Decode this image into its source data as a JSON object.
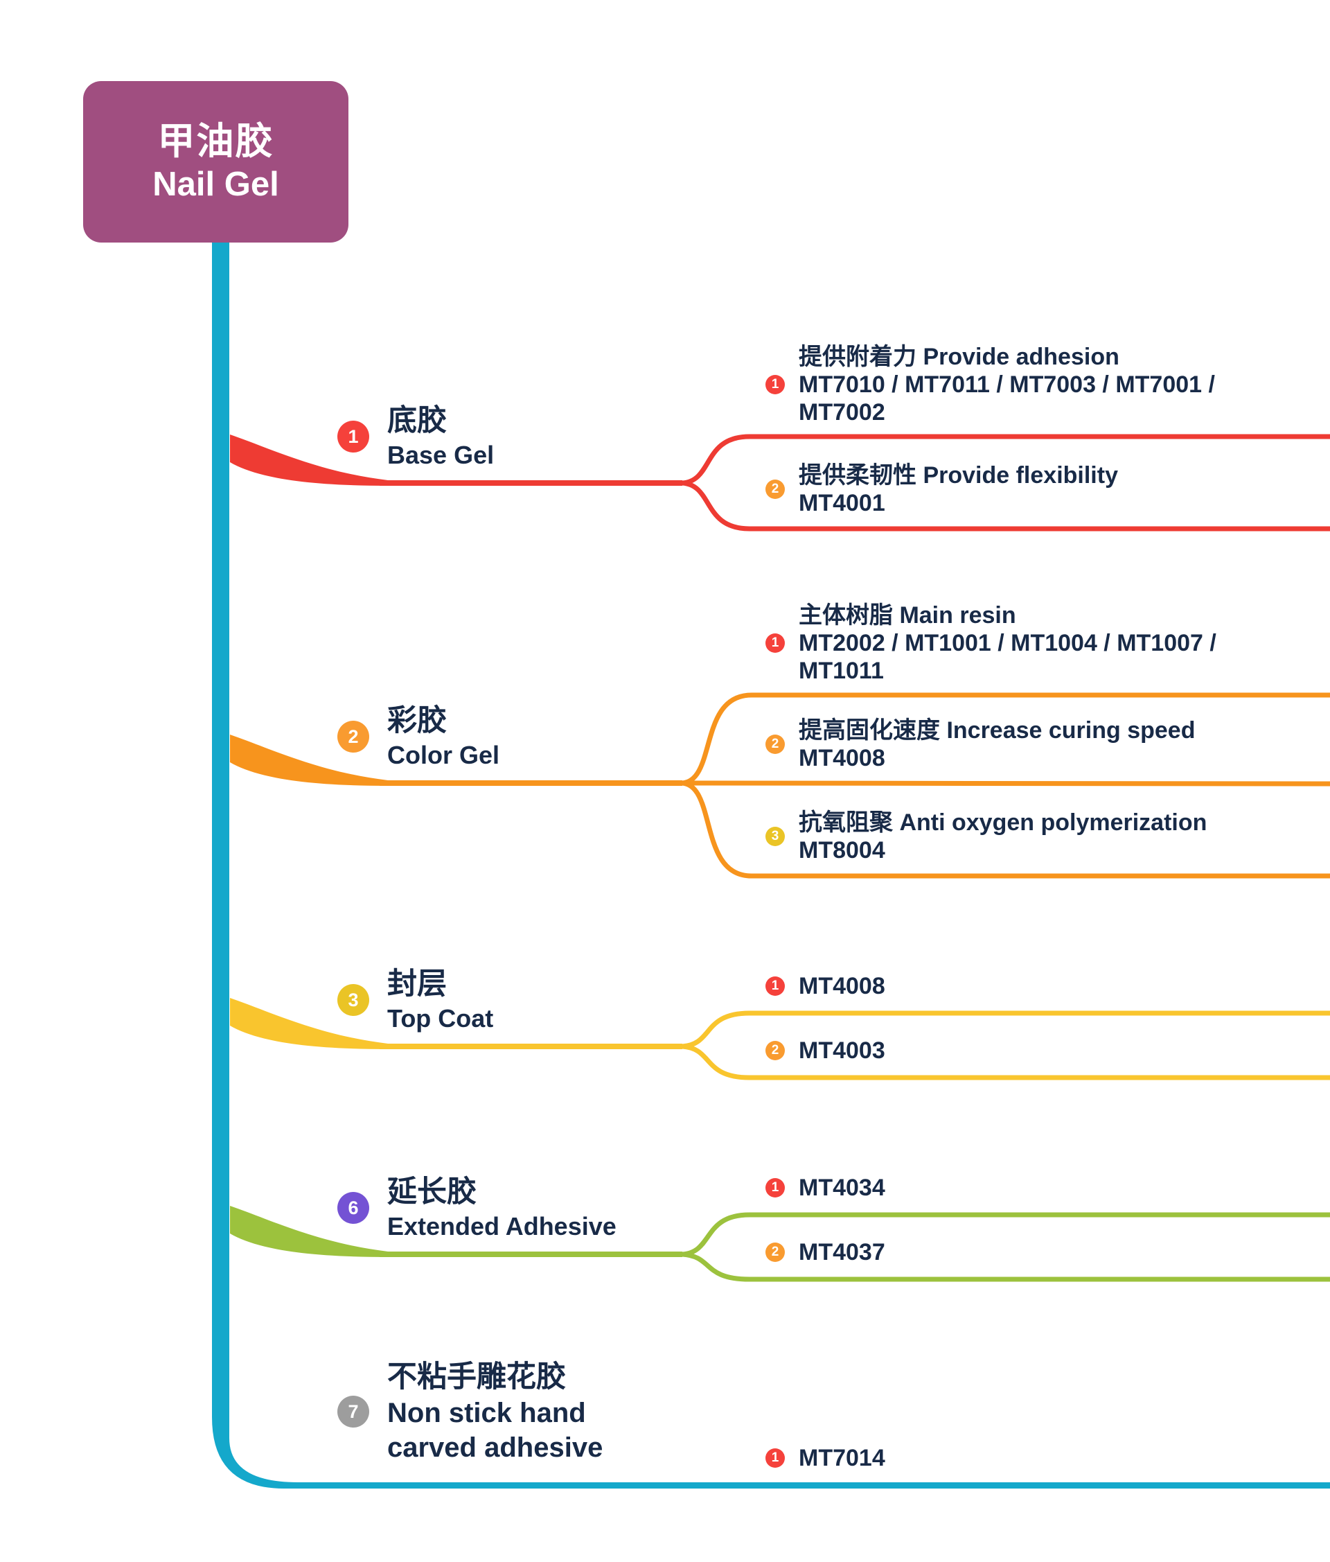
{
  "root": {
    "label_zh": "甲油胶",
    "label_en": "Nail Gel"
  },
  "branches": [
    {
      "number": "1",
      "label_zh": "底胶",
      "label_en": "Base Gel",
      "children": [
        {
          "number": "1",
          "lines": [
            "提供附着力 Provide adhesion",
            "MT7010 / MT7011 / MT7003 / MT7001 /",
            "MT7002"
          ]
        },
        {
          "number": "2",
          "lines": [
            "提供柔韧性 Provide flexibility",
            "MT4001"
          ]
        }
      ]
    },
    {
      "number": "2",
      "label_zh": "彩胶",
      "label_en": "Color Gel",
      "children": [
        {
          "number": "1",
          "lines": [
            "主体树脂 Main resin",
            "MT2002 / MT1001 / MT1004 / MT1007 /",
            "MT1011"
          ]
        },
        {
          "number": "2",
          "lines": [
            "提高固化速度 Increase curing speed",
            "MT4008"
          ]
        },
        {
          "number": "3",
          "lines": [
            "抗氧阻聚 Anti oxygen polymerization",
            "MT8004"
          ]
        }
      ]
    },
    {
      "number": "3",
      "label_zh": "封层",
      "label_en": "Top Coat",
      "children": [
        {
          "number": "1",
          "lines": [
            "MT4008"
          ]
        },
        {
          "number": "2",
          "lines": [
            "MT4003"
          ]
        }
      ]
    },
    {
      "number": "6",
      "label_zh": "延长胶",
      "label_en": "Extended Adhesive",
      "children": [
        {
          "number": "1",
          "lines": [
            "MT4034"
          ]
        },
        {
          "number": "2",
          "lines": [
            "MT4037"
          ]
        }
      ]
    },
    {
      "number": "7",
      "label_zh": "不粘手雕花胶",
      "en_lines": [
        "Non stick hand",
        "carved adhesive"
      ],
      "children": [
        {
          "number": "1",
          "lines": [
            "MT7014"
          ]
        }
      ]
    }
  ],
  "colors": {
    "root_bg": "#A04E80",
    "trunk_teal": "#14A8CB",
    "branch_red": "#EE3B33",
    "branch_orange": "#F7941D",
    "branch_yellow": "#F9C52E",
    "branch_green": "#9CC23D",
    "badge_red": "#F5413B",
    "badge_orange": "#F99B30",
    "badge_yellow": "#EAC426",
    "badge_purple": "#7452D4",
    "badge_gray": "#9D9D9D",
    "text_navy": "#182A47"
  }
}
